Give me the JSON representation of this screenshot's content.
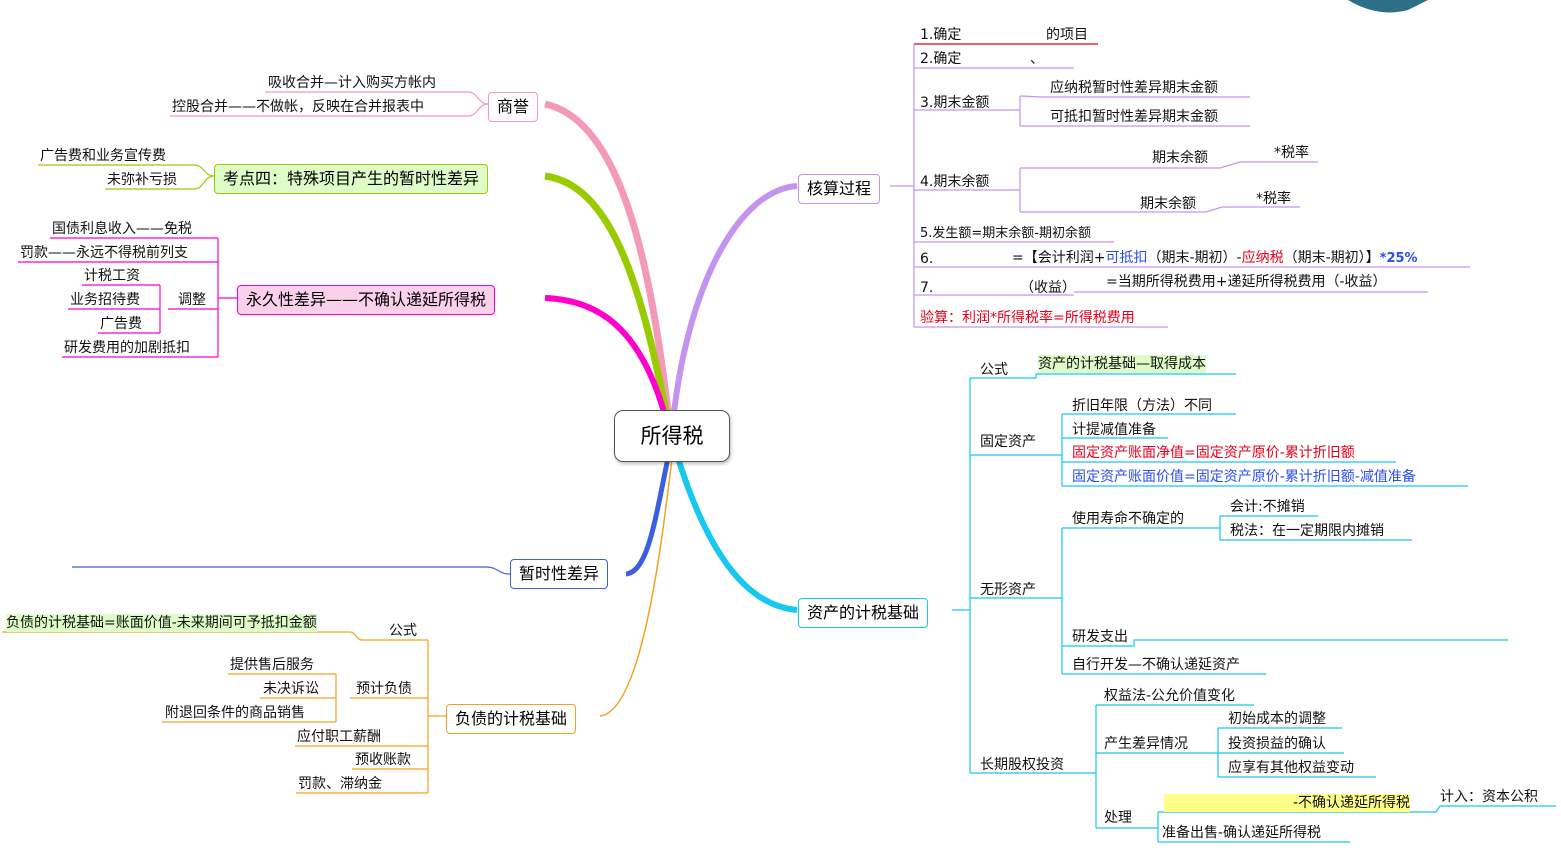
{
  "center": "所得税",
  "goodwill": {
    "title": "商誉",
    "items": [
      "吸收合并—计入购买方帐内",
      "控股合并——不做帐，反映在合并报表中"
    ]
  },
  "special": {
    "title": "考点四：特殊项目产生的暂时性差异",
    "items": [
      "广告费和业务宣传费",
      "未弥补亏损"
    ]
  },
  "permanent": {
    "title": "永久性差异——不确认递延所得税",
    "items": [
      "国债利息收入——免税",
      "罚款——永远不得税前列支",
      "计税工资",
      "业务招待费",
      "广告费",
      "研发费用的加剧抵扣"
    ],
    "adjust": "调整"
  },
  "temporary": {
    "title": "暂时性差异"
  },
  "liability": {
    "title": "负债的计税基础",
    "formula_label": "公式",
    "formula": "负债的计税基础=账面价值-未来期间可予抵扣金额",
    "provision": "预计负债",
    "provision_items": [
      "提供售后服务",
      "未决诉讼",
      "附退回条件的商品销售"
    ],
    "others": [
      "应付职工薪酬",
      "预收账款",
      "罚款、滞纳金"
    ]
  },
  "accounting": {
    "title": "核算过程",
    "s1": "1.确定",
    "s1b": "的项目",
    "s2": "2.确定",
    "s2b": "、",
    "s3": "3.期末金额",
    "s3a": "应纳税暂时性差异期末金额",
    "s3b": "可抵扣暂时性差异期末金额",
    "s4": "4.期末余额",
    "s4a": "期末余额",
    "s4ar": "*税率",
    "s4b": "期末余额",
    "s4br": "*税率",
    "s5": "5.发生额=期末余额-期初余额",
    "s6": "6.",
    "s6_eq": "=【会计利润+",
    "s6_deduct": "可抵扣",
    "s6_mid": "（期末-期初）-",
    "s6_taxable": "应纳税",
    "s6_end": "（期末-期初）】",
    "s6_rate": "*25%",
    "s7": "7.",
    "s7_income": "（收益）",
    "s7_formula": "=当期所得税费用+递延所得税费用（-收益）",
    "verify": "验算：利润*所得税率=所得税费用"
  },
  "asset": {
    "title": "资产的计税基础",
    "formula_label": "公式",
    "formula": "资产的计税基础—取得成本",
    "fixed": "固定资产",
    "fixed_items": [
      "折旧年限（方法）不同",
      "计提减值准备",
      "固定资产账面净值=固定资产原价-累计折旧额",
      "固定资产账面价值=固定资产原价-累计折旧额-减值准备"
    ],
    "intangible": "无形资产",
    "indefinite": "使用寿命不确定的",
    "acct": "会计:不摊销",
    "tax": "税法：在一定期限内摊销",
    "rnd": "研发支出",
    "selfdev": "自行开发—不确认递延资产",
    "lte": "长期股权投资",
    "equity_method": "权益法-公允价值变化",
    "diff": "产生差异情况",
    "diff_items": [
      "初始成本的调整",
      "投资损益的确认",
      "应享有其他权益变动"
    ],
    "handle": "处理",
    "no_deferred": "-不确认递延所得税",
    "capital": "计入：资本公积",
    "sale": "准备出售-确认递延所得税"
  },
  "colors": {
    "goodwill": "#f29ab8",
    "special": "#99cc00",
    "permanent": "#ff00cc",
    "temporary": "#3a5fe0",
    "liability": "#f5a020",
    "accounting": "#c493f0",
    "asset": "#18c8f0",
    "highlight": "#ffff88"
  }
}
